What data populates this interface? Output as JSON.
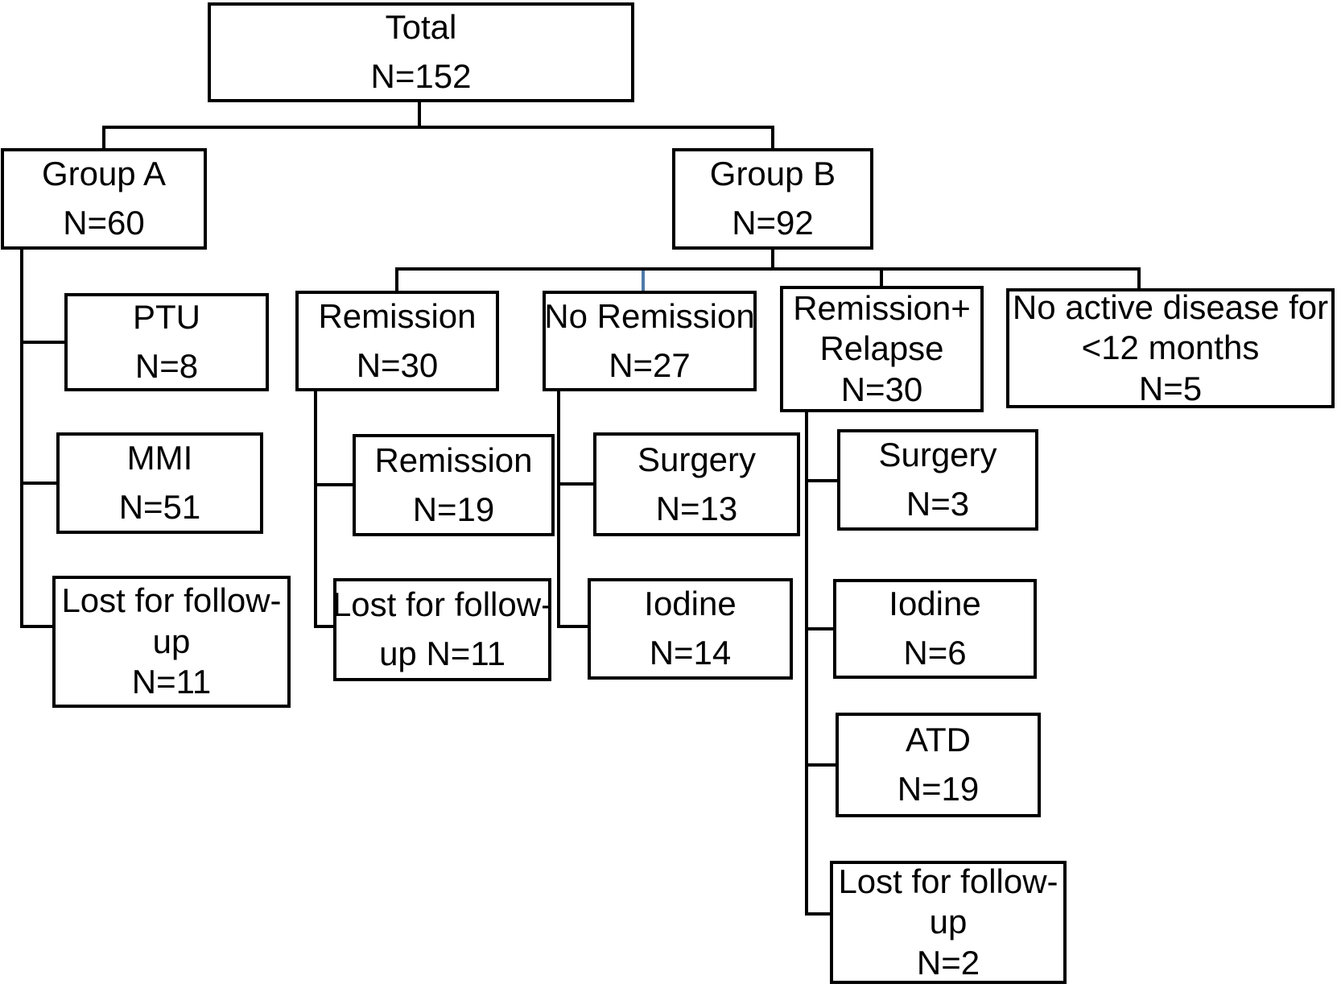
{
  "diagram": {
    "type": "flowchart",
    "accent_color": "#4f7ba9",
    "line_color": "#000000",
    "nodes": {
      "total": {
        "lines": [
          "Total",
          "N=152"
        ]
      },
      "group_a": {
        "lines": [
          "Group A",
          "N=60"
        ]
      },
      "group_b": {
        "lines": [
          "Group B",
          "N=92"
        ]
      },
      "ptu": {
        "lines": [
          "PTU",
          "N=8"
        ]
      },
      "mmi": {
        "lines": [
          "MMI",
          "N=51"
        ]
      },
      "lost_a": {
        "lines": [
          "Lost for follow-",
          "up",
          "N=11"
        ]
      },
      "remission_30": {
        "lines": [
          "Remission",
          "N=30"
        ]
      },
      "no_remission_27": {
        "lines": [
          "No Remission",
          "N=27"
        ]
      },
      "remission_relapse_30": {
        "lines": [
          "Remission+",
          "Relapse",
          "N=30"
        ]
      },
      "no_active_disease": {
        "lines": [
          "No active disease for",
          "<12 months",
          "N=5"
        ]
      },
      "remission_19": {
        "lines": [
          "Remission",
          "N=19"
        ]
      },
      "lost_b": {
        "lines": [
          "Lost for follow-",
          "up N=11"
        ]
      },
      "surgery_13": {
        "lines": [
          "Surgery",
          "N=13"
        ]
      },
      "iodine_14": {
        "lines": [
          "Iodine",
          "N=14"
        ]
      },
      "surgery_3": {
        "lines": [
          "Surgery",
          "N=3"
        ]
      },
      "iodine_6": {
        "lines": [
          "Iodine",
          "N=6"
        ]
      },
      "atd_19": {
        "lines": [
          "ATD",
          "N=19"
        ]
      },
      "lost_d": {
        "lines": [
          "Lost for follow-",
          "up",
          "N=2"
        ]
      }
    }
  }
}
